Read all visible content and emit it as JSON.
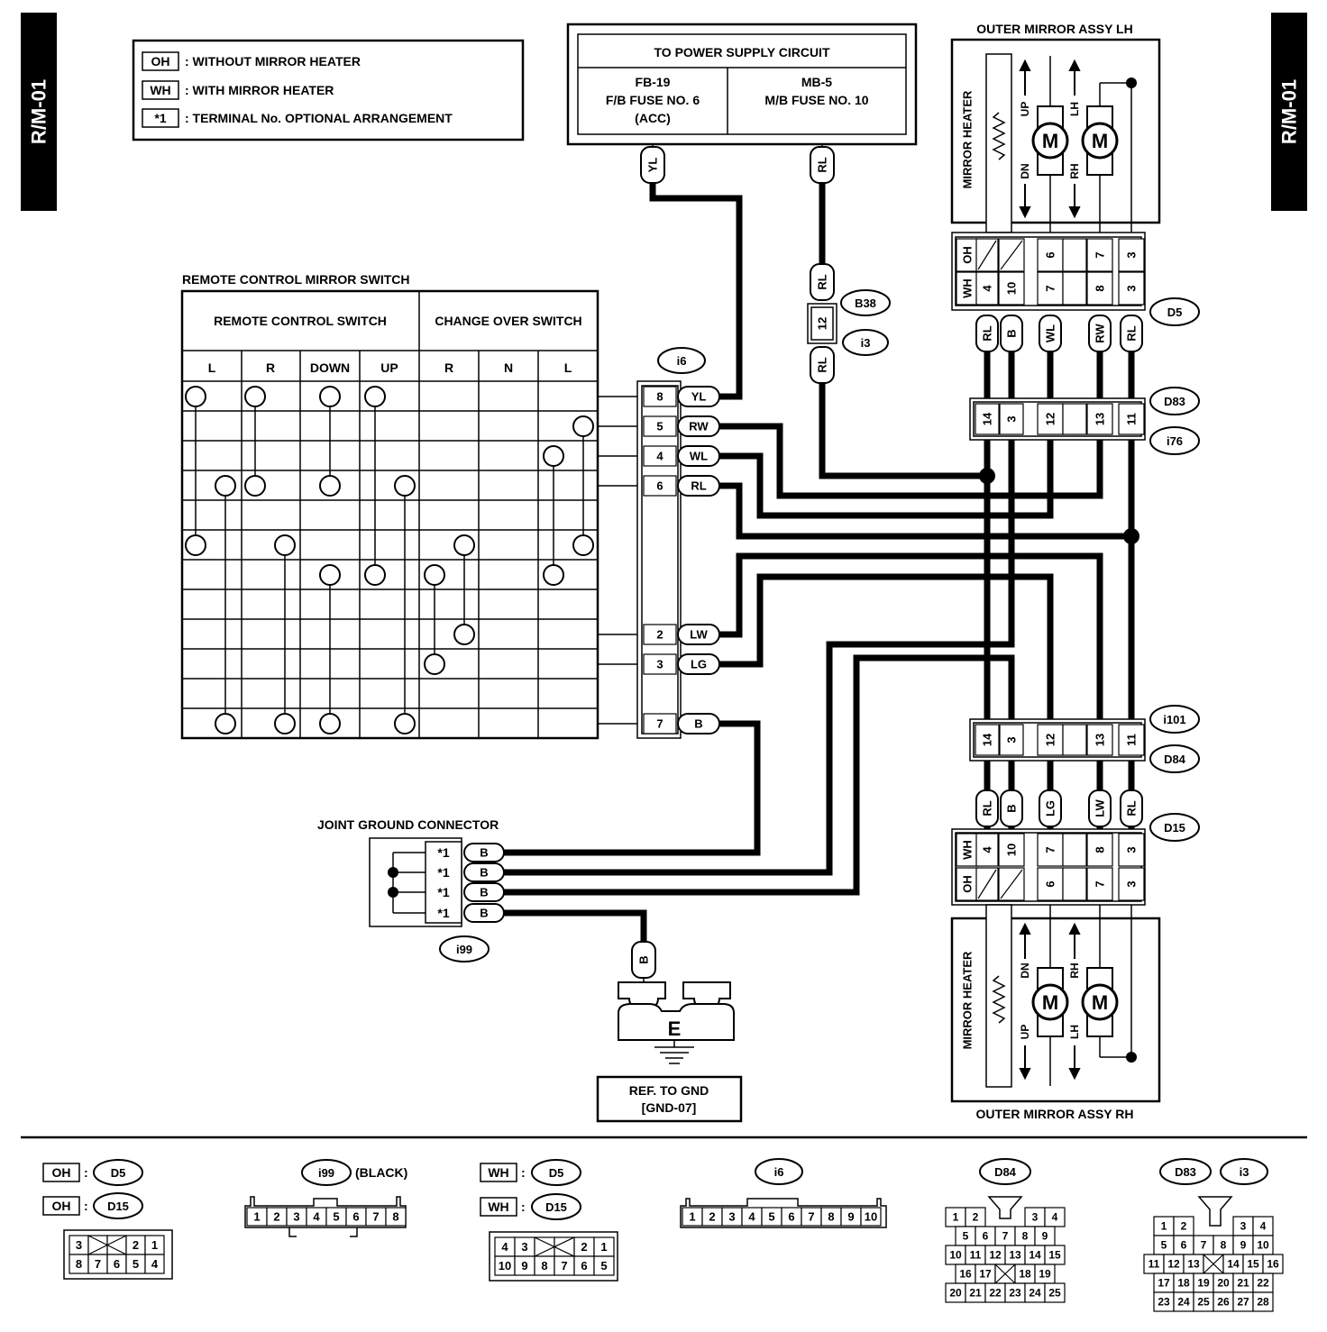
{
  "page_code": "R/M-01",
  "legend": [
    {
      "code": "OH",
      "text": ": WITHOUT MIRROR HEATER"
    },
    {
      "code": "WH",
      "text": ": WITH MIRROR HEATER"
    },
    {
      "code": "*1",
      "text": ": TERMINAL No. OPTIONAL ARRANGEMENT"
    }
  ],
  "power_supply": {
    "title": "TO POWER SUPPLY CIRCUIT",
    "left": [
      "FB-19",
      "F/B FUSE NO. 6",
      "(ACC)"
    ],
    "right": [
      "MB-5",
      "M/B FUSE NO. 10"
    ],
    "wire_left": "YL",
    "wire_right": "RL"
  },
  "b38_connector": {
    "wire_top": "RL",
    "pin": "12",
    "wire_bottom": "RL",
    "tag1": "B38",
    "tag2": "i3"
  },
  "switch": {
    "title": "REMOTE CONTROL MIRROR SWITCH",
    "section1": "REMOTE CONTROL SWITCH",
    "section2": "CHANGE OVER SWITCH",
    "columns": [
      "L",
      "R",
      "DOWN",
      "UP",
      "R",
      "N",
      "L"
    ]
  },
  "i6": {
    "tag": "i6",
    "pins": [
      {
        "pin": "8",
        "wire": "YL"
      },
      {
        "pin": "5",
        "wire": "RW"
      },
      {
        "pin": "4",
        "wire": "WL"
      },
      {
        "pin": "6",
        "wire": "RL"
      },
      {
        "pin": "2",
        "wire": "LW"
      },
      {
        "pin": "3",
        "wire": "LG"
      },
      {
        "pin": "7",
        "wire": "B"
      }
    ]
  },
  "mirror_lh": {
    "title": "OUTER MIRROR ASSY LH",
    "heater": "MIRROR HEATER",
    "motor": "M",
    "arrows": [
      "UP",
      "DN",
      "LH",
      "RH"
    ]
  },
  "mirror_rh": {
    "title": "OUTER MIRROR ASSY RH",
    "heater": "MIRROR HEATER",
    "motor": "M",
    "arrows": [
      "DN",
      "UP",
      "RH",
      "LH"
    ]
  },
  "d5": {
    "tag": "D5",
    "oh_row": [
      "OH",
      "",
      "",
      "6",
      "",
      "7",
      "3"
    ],
    "wh_row": [
      "WH",
      "4",
      "10",
      "7",
      "",
      "8",
      "3"
    ],
    "wires": [
      "RL",
      "B",
      "WL",
      "RW",
      "RL"
    ]
  },
  "d83": {
    "tag1": "D83",
    "tag2": "i76",
    "pins": [
      "14",
      "3",
      "12",
      "",
      "13",
      "11"
    ]
  },
  "d84": {
    "tag1": "i101",
    "tag2": "D84",
    "pins": [
      "14",
      "3",
      "12",
      "",
      "13",
      "11"
    ],
    "wires": [
      "RL",
      "B",
      "LG",
      "LW",
      "RL"
    ]
  },
  "d15": {
    "tag": "D15",
    "wh_row": [
      "WH",
      "4",
      "10",
      "7",
      "",
      "8",
      "3"
    ],
    "oh_row": [
      "OH",
      "",
      "",
      "6",
      "",
      "7",
      "3"
    ]
  },
  "jgc": {
    "title": "JOINT GROUND CONNECTOR",
    "rows": [
      {
        "term": "*1",
        "wire": "B"
      },
      {
        "term": "*1",
        "wire": "B"
      },
      {
        "term": "*1",
        "wire": "B"
      },
      {
        "term": "*1",
        "wire": "B"
      }
    ],
    "tag": "i99"
  },
  "ground": {
    "wire": "B",
    "symbol": "E",
    "ref1": "REF. TO GND",
    "ref2": "[GND-07]"
  },
  "bottom": {
    "oh": "OH",
    "wh": "WH",
    "d5": "D5",
    "d15": "D15",
    "oh_conn": {
      "row1": [
        "3",
        "",
        "",
        "2",
        "1"
      ],
      "row2": [
        "8",
        "7",
        "6",
        "5",
        "4"
      ]
    },
    "i99": {
      "tag": "i99",
      "note": "(BLACK)",
      "pins": [
        "1",
        "2",
        "3",
        "4",
        "5",
        "6",
        "7",
        "8"
      ]
    },
    "wh_conn": {
      "row1": [
        "4",
        "3",
        "",
        "",
        "2",
        "1"
      ],
      "row2": [
        "10",
        "9",
        "8",
        "7",
        "6",
        "5"
      ]
    },
    "i6": {
      "tag": "i6",
      "pins": [
        "1",
        "2",
        "3",
        "4",
        "5",
        "6",
        "7",
        "8",
        "9",
        "10"
      ]
    },
    "d84": {
      "tag": "D84",
      "rows": [
        [
          "1",
          "2",
          "",
          "",
          "3",
          "4"
        ],
        [
          "5",
          "6",
          "7",
          "8",
          "9"
        ],
        [
          "10",
          "11",
          "12",
          "13",
          "14",
          "15"
        ],
        [
          "16",
          "17",
          "",
          "18",
          "19"
        ],
        [
          "20",
          "21",
          "22",
          "23",
          "24",
          "25"
        ]
      ]
    },
    "d83": {
      "tag1": "D83",
      "tag2": "i3",
      "rows": [
        [
          "1",
          "2",
          "",
          "",
          "3",
          "4"
        ],
        [
          "5",
          "6",
          "7",
          "8",
          "9",
          "10"
        ],
        [
          "11",
          "12",
          "13",
          "",
          "14",
          "15",
          "16"
        ],
        [
          "17",
          "18",
          "19",
          "20",
          "21",
          "22"
        ],
        [
          "23",
          "24",
          "25",
          "26",
          "27",
          "28"
        ]
      ]
    }
  }
}
